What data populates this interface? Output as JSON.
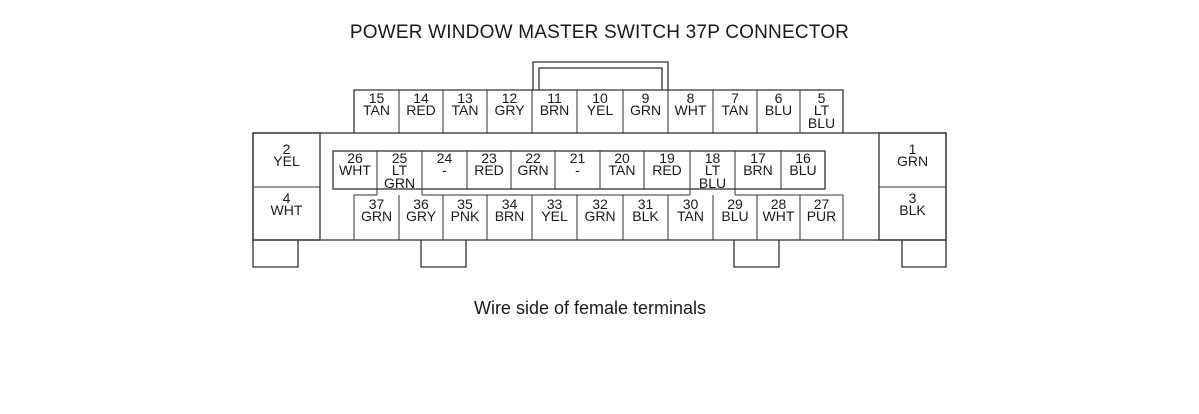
{
  "title": "POWER WINDOW MASTER SWITCH 37P CONNECTOR",
  "footer": "Wire side of female terminals",
  "connector": {
    "top_row": [
      {
        "pin": "15",
        "color": "TAN"
      },
      {
        "pin": "14",
        "color": "RED"
      },
      {
        "pin": "13",
        "color": "TAN"
      },
      {
        "pin": "12",
        "color": "GRY"
      },
      {
        "pin": "11",
        "color": "BRN"
      },
      {
        "pin": "10",
        "color": "YEL"
      },
      {
        "pin": "9",
        "color": "GRN"
      },
      {
        "pin": "8",
        "color": "WHT"
      },
      {
        "pin": "7",
        "color": "TAN"
      },
      {
        "pin": "6",
        "color": "BLU"
      },
      {
        "pin": "5",
        "color": "LT BLU"
      }
    ],
    "middle_row": [
      {
        "pin": "26",
        "color": "WHT"
      },
      {
        "pin": "25",
        "color": "LT GRN"
      },
      {
        "pin": "24",
        "color": "-"
      },
      {
        "pin": "23",
        "color": "RED"
      },
      {
        "pin": "22",
        "color": "GRN"
      },
      {
        "pin": "21",
        "color": "-"
      },
      {
        "pin": "20",
        "color": "TAN"
      },
      {
        "pin": "19",
        "color": "RED"
      },
      {
        "pin": "18",
        "color": "LT BLU"
      },
      {
        "pin": "17",
        "color": "BRN"
      },
      {
        "pin": "16",
        "color": "BLU"
      }
    ],
    "bottom_row": [
      {
        "pin": "37",
        "color": "GRN"
      },
      {
        "pin": "36",
        "color": "GRY"
      },
      {
        "pin": "35",
        "color": "PNK"
      },
      {
        "pin": "34",
        "color": "BRN"
      },
      {
        "pin": "33",
        "color": "YEL"
      },
      {
        "pin": "32",
        "color": "GRN"
      },
      {
        "pin": "31",
        "color": "BLK"
      },
      {
        "pin": "30",
        "color": "TAN"
      },
      {
        "pin": "29",
        "color": "BLU"
      },
      {
        "pin": "28",
        "color": "WHT"
      },
      {
        "pin": "27",
        "color": "PUR"
      }
    ],
    "left_side": [
      {
        "pin": "2",
        "color": "YEL"
      },
      {
        "pin": "4",
        "color": "WHT"
      }
    ],
    "right_side": [
      {
        "pin": "1",
        "color": "GRN"
      },
      {
        "pin": "3",
        "color": "BLK"
      }
    ]
  }
}
